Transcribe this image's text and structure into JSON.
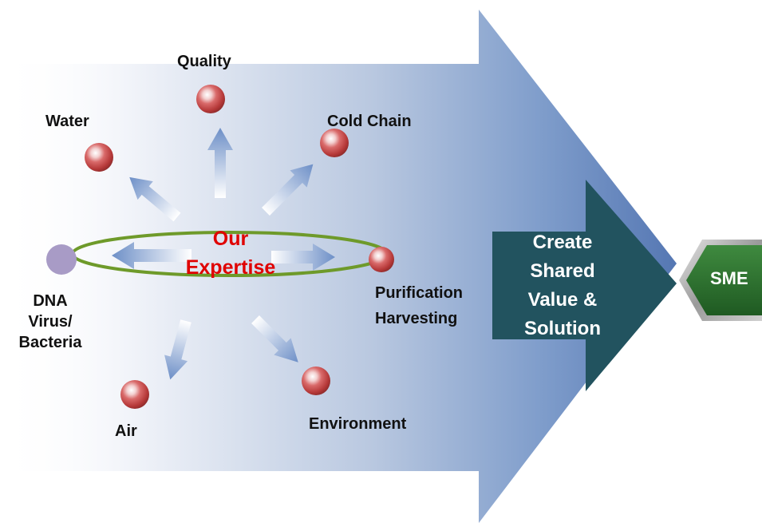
{
  "diagram": {
    "center": {
      "line1": "Our",
      "line2": "Expertise"
    },
    "nodes": {
      "quality": "Quality",
      "water": "Water",
      "cold_chain": "Cold Chain",
      "dna": {
        "line1": "DNA",
        "line2": "Virus/",
        "line3": "Bacteria"
      },
      "purification": {
        "line1": "Purification",
        "line2": "Harvesting"
      },
      "air": "Air",
      "environment": "Environment"
    },
    "solution": {
      "line1": "Create",
      "line2": "Shared",
      "line3": "Value &",
      "line4": "Solution"
    },
    "target": "SME"
  },
  "colors": {
    "big_arrow_start": "#ffffff",
    "big_arrow_end": "#5b80bb",
    "small_arrow": "#22535f",
    "hexagon": "#2b6a2b",
    "ring": "#6e9a2a",
    "center_text": "#e00000",
    "node_ball": "#c94a4a",
    "dna_dot": "#a89bc6"
  },
  "icons": [
    "ball-node-icon",
    "dna-dot-icon",
    "hexagon-icon"
  ]
}
